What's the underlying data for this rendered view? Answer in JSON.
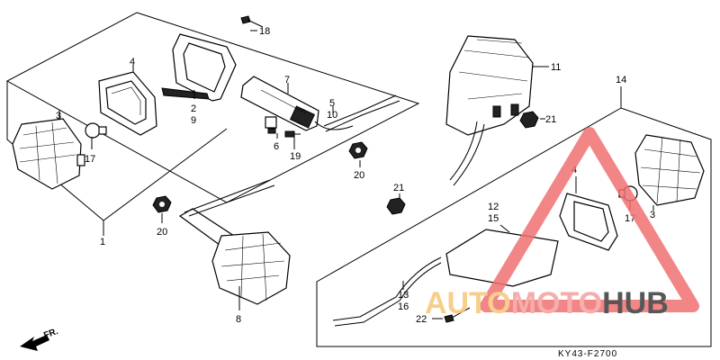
{
  "callouts": [
    "1",
    "2",
    "9",
    "3",
    "4",
    "17",
    "5",
    "10",
    "6",
    "7",
    "8",
    "18",
    "19",
    "20",
    "21",
    "11",
    "12",
    "15",
    "13",
    "16",
    "14",
    "22"
  ],
  "diagram_code": "KY43-F2700",
  "direction_label": "FR.",
  "watermark": {
    "prefix": "AUTO",
    "middle": "MOTO",
    "suffix": "HUB",
    "colors": {
      "auto": "#f5c77a",
      "moto": "#f4a0a0",
      "hub": "#3a3a3a",
      "triangle": "#f07070"
    }
  }
}
